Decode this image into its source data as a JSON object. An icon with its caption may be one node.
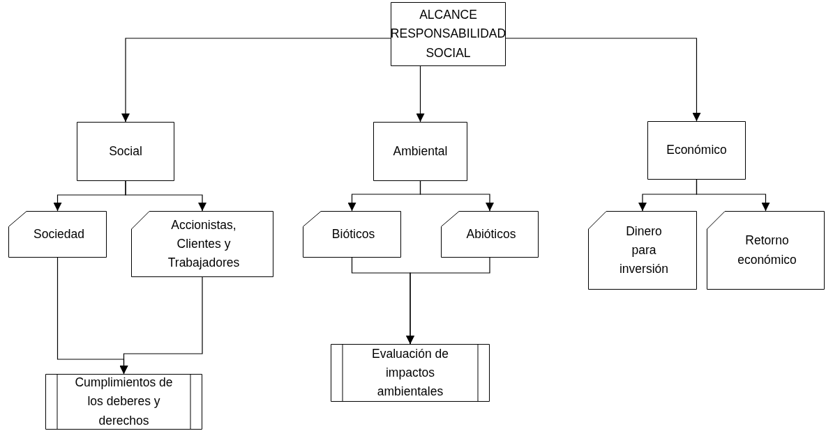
{
  "diagram": {
    "nodes": [
      {
        "text": [
          "ALCANCE RESPONSABILIDAD SOCIAL"
        ]
      },
      {
        "text": [
          "Social"
        ]
      },
      {
        "text": [
          "Ambiental"
        ]
      },
      {
        "text": [
          "Económico"
        ]
      },
      {
        "text": [
          "Sociedad"
        ]
      },
      {
        "text": [
          "Accionistas, Clientes y Trabajadores"
        ]
      },
      {
        "text": [
          "Bióticos"
        ]
      },
      {
        "text": [
          "Abióticos"
        ]
      },
      {
        "text": [
          "Dinero para inversión"
        ]
      },
      {
        "text": [
          "Retorno económico"
        ]
      },
      {
        "text": [
          "Cumplimientos de los deberes y derechos"
        ]
      },
      {
        "text": [
          "Evaluación de impactos ambientales"
        ]
      }
    ],
    "edges": [
      {
        "from": 0,
        "to": 1,
        "arrow": "to"
      },
      {
        "from": 0,
        "to": 2,
        "arrow": "to"
      },
      {
        "from": 0,
        "to": 3,
        "arrow": "to"
      },
      {
        "from": 1,
        "to": 4,
        "arrow": "to"
      },
      {
        "from": 1,
        "to": 5,
        "arrow": "to"
      },
      {
        "from": 2,
        "to": 6,
        "arrow": "to"
      },
      {
        "from": 2,
        "to": 7,
        "arrow": "to"
      },
      {
        "from": 3,
        "to": 8,
        "arrow": "to"
      },
      {
        "from": 3,
        "to": 9,
        "arrow": "to"
      },
      {
        "from": 4,
        "to": 10,
        "arrow": "to"
      },
      {
        "from": 5,
        "to": 10,
        "arrow": "to"
      },
      {
        "from": 6,
        "to": 11,
        "arrow": "to"
      },
      {
        "from": 7,
        "to": 11,
        "arrow": "to"
      }
    ]
  }
}
